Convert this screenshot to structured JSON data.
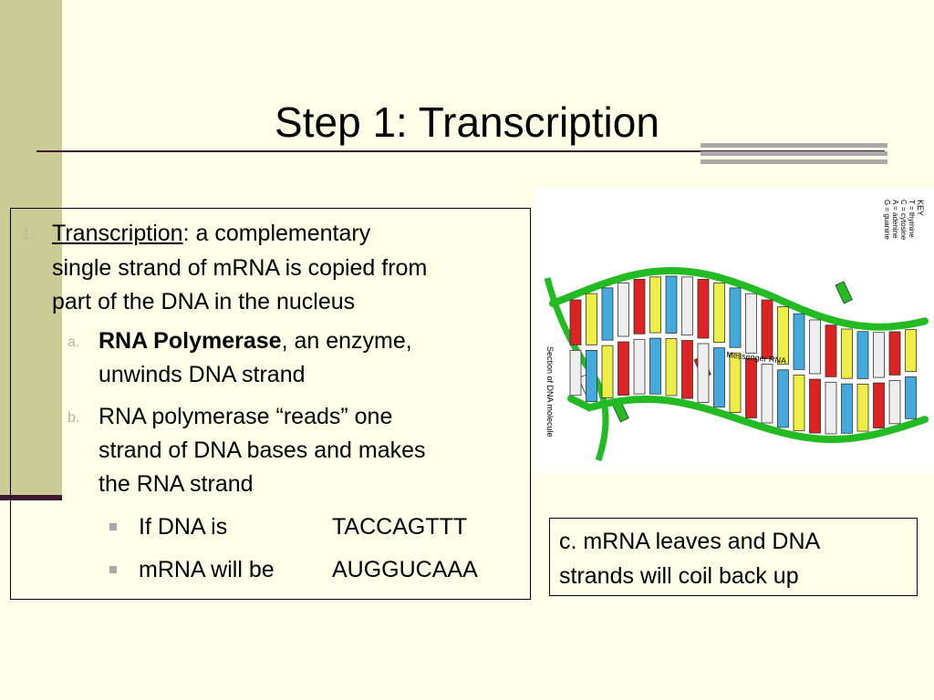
{
  "slide": {
    "title": "Step 1:  Transcription"
  },
  "content": {
    "item1": {
      "number": "1.",
      "term": "Transcription",
      "sep": ":  a complementary",
      "line2": "single strand of mRNA is copied from",
      "line3": "part of the DNA in the nucleus"
    },
    "subitem_a": {
      "letter": "a.",
      "bold": "RNA Polymerase",
      "rest": ", an enzyme,",
      "line2": "unwinds DNA strand"
    },
    "subitem_b": {
      "letter": "b.",
      "line1": "RNA polymerase “reads” one",
      "line2": "strand of DNA bases and makes",
      "line3": "the RNA strand"
    },
    "bullets": [
      {
        "label": "If DNA is",
        "value": "TACCAGTTT"
      },
      {
        "label": "mRNA will be",
        "value": "AUGGUCAAA"
      }
    ]
  },
  "figure": {
    "key_title": "KEY",
    "key": [
      "T = thymine",
      "C = cytosine",
      "A = adenine",
      "G = guanine"
    ],
    "messenger_label": "Messenger RNA",
    "side_label": "Section of DNA molecule"
  },
  "caption": {
    "line1": "c. mRNA leaves and DNA",
    "line2": "strands will coil back up"
  },
  "colors": {
    "background": "#fffee6",
    "band": "#cbcb96",
    "rule": "#3f1a33",
    "backbone": "#22bb22",
    "thymine": "#dd2222",
    "cytosine": "#eeeeee",
    "adenine": "#44aadd",
    "guanine": "#eeee44"
  }
}
